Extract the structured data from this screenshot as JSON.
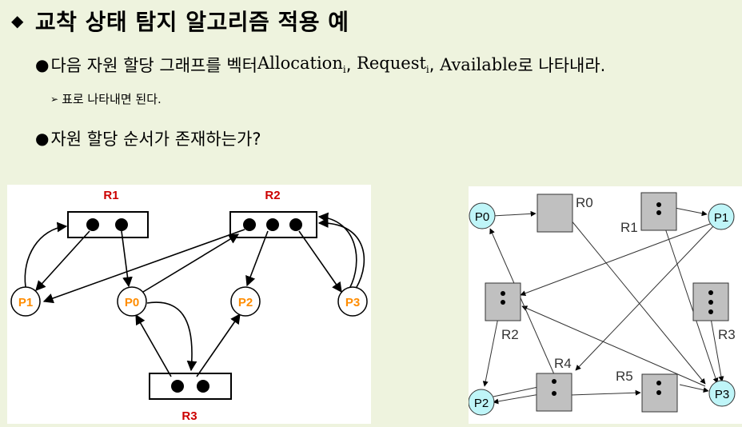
{
  "title": "교착 상태 탐지 알고리즘 적용 예",
  "bullets": {
    "b1_prefix": "다음 자원 할당 그래프를 벡터 ",
    "allocation": "Allocation",
    "request": "Request",
    "available": "Available",
    "subscript": "i",
    "comma": ", ",
    "b1_suffix": "로 나타내라.",
    "sub1": "표로 나타내면 된다.",
    "b2": "자원 할당 순서가 존재하는가?"
  },
  "graph1": {
    "resources": [
      "R1",
      "R2",
      "R3"
    ],
    "processes": [
      "P1",
      "P0",
      "P2",
      "P3"
    ],
    "resource_color": "#cc0000",
    "process_color": "#ff8c00"
  },
  "graph2": {
    "processes": [
      "P0",
      "P1",
      "P2",
      "P3"
    ],
    "resources": [
      "R0",
      "R1",
      "R2",
      "R3",
      "R4",
      "R5"
    ],
    "process_fill": "#bff5f8",
    "resource_fill": "#c0c0c0"
  },
  "icons": {
    "title_bullet": "diamond-icon",
    "list_bullet": "dot-icon",
    "sub_bullet": "arrowhead-icon"
  }
}
